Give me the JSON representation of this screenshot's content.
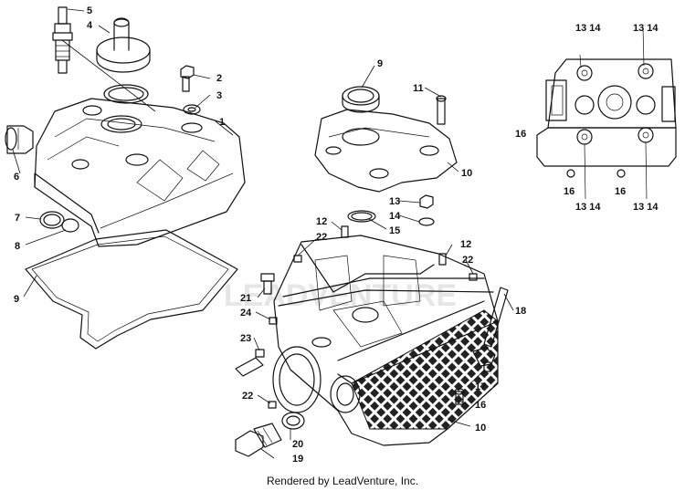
{
  "watermark": "LEADVENTURE",
  "credit": "Rendered by LeadVenture, Inc.",
  "callouts": {
    "c1": "1",
    "c2": "2",
    "c3": "3",
    "c4": "4",
    "c5": "5",
    "c6": "6",
    "c7": "7",
    "c8": "8",
    "c9a": "9",
    "c9b": "9",
    "c10a": "10",
    "c10b": "10",
    "c11": "11",
    "c12a": "12",
    "c12b": "12",
    "c13": "13",
    "c14": "14",
    "c15": "15",
    "c16a": "16",
    "c17": "17",
    "c18": "18",
    "c19": "19",
    "c20": "20",
    "c21": "21",
    "c22a": "22",
    "c22b": "22",
    "c22c": "22",
    "c23": "23",
    "c24": "24"
  },
  "inset": {
    "tl": "13 14",
    "tr": "13 14",
    "bl": "13 14",
    "br": "13 14",
    "s16a": "16",
    "s16b": "16",
    "s16c": "16"
  }
}
